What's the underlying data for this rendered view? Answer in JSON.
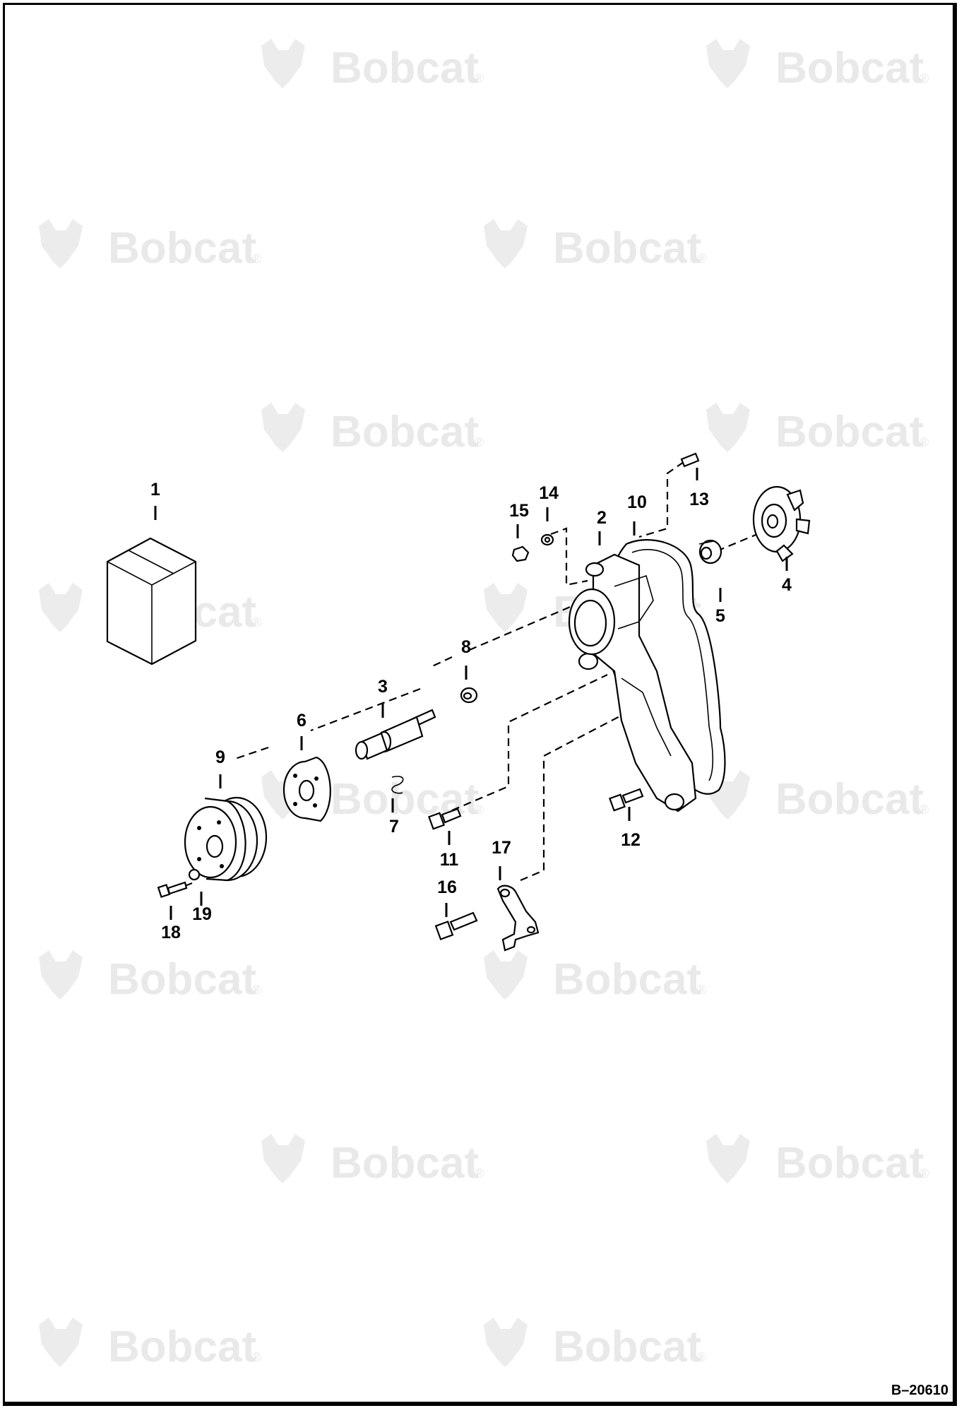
{
  "figure": {
    "reference_code": "B–20610",
    "watermark": {
      "brand": "Bobcat",
      "mark": "®"
    },
    "callouts": [
      {
        "id": "1",
        "label": "1"
      },
      {
        "id": "2",
        "label": "2"
      },
      {
        "id": "3",
        "label": "3"
      },
      {
        "id": "4",
        "label": "4"
      },
      {
        "id": "5",
        "label": "5"
      },
      {
        "id": "6",
        "label": "6"
      },
      {
        "id": "7",
        "label": "7"
      },
      {
        "id": "8",
        "label": "8"
      },
      {
        "id": "9",
        "label": "9"
      },
      {
        "id": "10",
        "label": "10"
      },
      {
        "id": "11",
        "label": "11"
      },
      {
        "id": "12",
        "label": "12"
      },
      {
        "id": "13",
        "label": "13"
      },
      {
        "id": "14",
        "label": "14"
      },
      {
        "id": "15",
        "label": "15"
      },
      {
        "id": "16",
        "label": "16"
      },
      {
        "id": "17",
        "label": "17"
      },
      {
        "id": "18",
        "label": "18"
      },
      {
        "id": "19",
        "label": "19"
      }
    ],
    "colors": {
      "ink": "#000000",
      "watermark": "#e9e9e9",
      "paper": "#ffffff"
    }
  }
}
